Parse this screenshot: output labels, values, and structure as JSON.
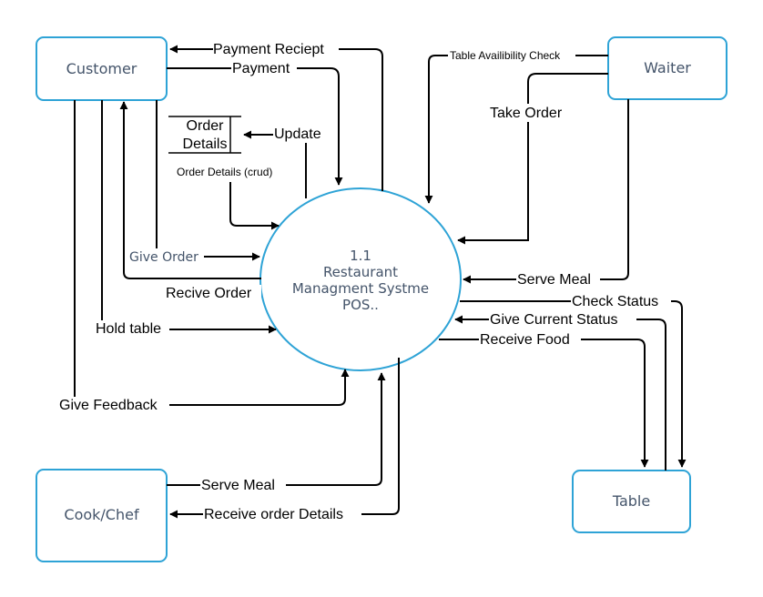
{
  "entities": {
    "customer": "Customer",
    "waiter": "Waiter",
    "cook": "Cook/Chef",
    "table": "Table"
  },
  "process": {
    "number": "1.1",
    "line1": "Restaurant",
    "line2": "Managment Systme",
    "line3": "POS.."
  },
  "datastore": {
    "line1": "Order",
    "line2": "Details"
  },
  "flows": {
    "payment_receipt": "Payment Reciept",
    "payment": "Payment",
    "table_check": "Table Availibility Check",
    "take_order": "Take Order",
    "update": "Update",
    "order_details_crud": "Order Details (crud)",
    "give_order": "Give Order",
    "recive_order": "Recive Order",
    "serve_meal_waiter": "Serve Meal",
    "check_status": "Check Status",
    "give_current_status": "Give Current Status",
    "receive_food": "Receive Food",
    "hold_table": "Hold table",
    "give_feedback": "Give Feedback",
    "serve_meal_cook": "Serve Meal",
    "receive_order_details": "Receive order Details"
  },
  "colors": {
    "entity_stroke": "#2ea3d6",
    "text_gray": "#44546a",
    "line": "#000000"
  }
}
